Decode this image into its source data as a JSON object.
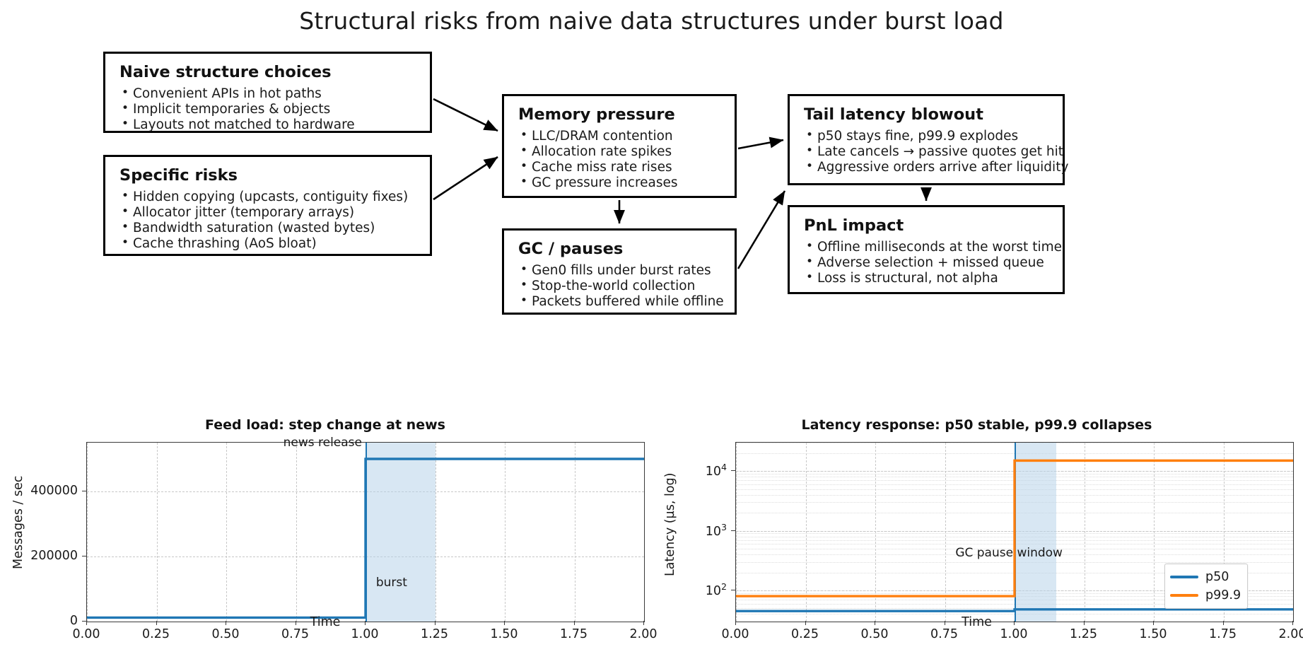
{
  "title": "Structural risks from naive data structures under burst load",
  "flow": {
    "boxes": [
      {
        "id": "naive",
        "heading": "Naive structure choices",
        "bullets": [
          "Convenient APIs in hot paths",
          "Implicit temporaries & objects",
          "Layouts not matched to hardware"
        ]
      },
      {
        "id": "specific",
        "heading": "Specific risks",
        "bullets": [
          "Hidden copying (upcasts, contiguity fixes)",
          "Allocator jitter (temporary arrays)",
          "Bandwidth saturation (wasted bytes)",
          "Cache thrashing (AoS bloat)"
        ]
      },
      {
        "id": "memory",
        "heading": "Memory pressure",
        "bullets": [
          "LLC/DRAM contention",
          "Allocation rate spikes",
          "Cache miss rate rises",
          "GC pressure increases"
        ]
      },
      {
        "id": "gc",
        "heading": "GC / pauses",
        "bullets": [
          "Gen0 fills under burst rates",
          "Stop-the-world collection",
          "Packets buffered while offline"
        ]
      },
      {
        "id": "tail",
        "heading": "Tail latency blowout",
        "bullets": [
          "p50 stays fine, p99.9 explodes",
          "Late cancels → passive quotes get hit",
          "Aggressive orders arrive after liquidity"
        ]
      },
      {
        "id": "pnl",
        "heading": "PnL impact",
        "bullets": [
          "Offline milliseconds at the worst time",
          "Adverse selection + missed queue",
          "Loss is structural, not alpha"
        ]
      }
    ]
  },
  "colors": {
    "p50": "#1f77b4",
    "p999": "#ff7f0e",
    "band": "#b8d4ea",
    "box_border": "#000000"
  },
  "chart_data": [
    {
      "type": "line",
      "id": "feed-load",
      "title": "Feed load: step change at news",
      "xlabel": "Time",
      "ylabel": "Messages / sec",
      "xlim": [
        0,
        2
      ],
      "ylim": [
        0,
        550000
      ],
      "xticks": [
        "0.00",
        "0.25",
        "0.50",
        "0.75",
        "1.00",
        "1.25",
        "1.50",
        "1.75",
        "2.00"
      ],
      "xtickvals": [
        0,
        0.25,
        0.5,
        0.75,
        1,
        1.25,
        1.5,
        1.75,
        2
      ],
      "yticks": [
        "0",
        "200000",
        "400000"
      ],
      "ytickvals": [
        0,
        200000,
        400000
      ],
      "grid": true,
      "legend": "none",
      "series": [
        {
          "name": "messages",
          "color": "#1f77b4",
          "x": [
            0,
            1,
            1,
            2
          ],
          "values": [
            12000,
            12000,
            500000,
            500000
          ]
        }
      ],
      "annotations": [
        {
          "text": "news release",
          "x": 1.0,
          "y": 550000,
          "align": "right"
        },
        {
          "text": "burst",
          "x": 1.03,
          "y": 120000,
          "align": "left"
        }
      ],
      "shaded_region": {
        "label": "burst",
        "x0": 1.0,
        "x1": 1.25
      },
      "vline": {
        "x": 1.0,
        "label": "news release"
      }
    },
    {
      "type": "line",
      "id": "latency-response",
      "title": "Latency response: p50 stable, p99.9 collapses",
      "xlabel": "Time",
      "ylabel": "Latency (µs, log)",
      "xlim": [
        0,
        2
      ],
      "ylim": [
        30,
        30000
      ],
      "yscale": "log",
      "xticks": [
        "0.00",
        "0.25",
        "0.50",
        "0.75",
        "1.00",
        "1.25",
        "1.50",
        "1.75",
        "2.00"
      ],
      "xtickvals": [
        0,
        0.25,
        0.5,
        0.75,
        1,
        1.25,
        1.5,
        1.75,
        2
      ],
      "yticks": [
        "10²",
        "10³",
        "10⁴"
      ],
      "ytickvals": [
        100,
        1000,
        10000
      ],
      "grid": true,
      "legend": "lower right",
      "series": [
        {
          "name": "p50",
          "color": "#1f77b4",
          "x": [
            0,
            1,
            1,
            2
          ],
          "values": [
            45,
            45,
            48,
            48
          ]
        },
        {
          "name": "p99.9",
          "color": "#ff7f0e",
          "x": [
            0,
            1,
            1,
            2
          ],
          "values": [
            80,
            80,
            15000,
            15000
          ]
        }
      ],
      "annotations": [
        {
          "text": "GC pause window",
          "x": 0.78,
          "y": 420,
          "align": "left"
        }
      ],
      "shaded_region": {
        "label": "GC pause window",
        "x0": 1.0,
        "x1": 1.15
      },
      "vline": {
        "x": 1.0
      }
    }
  ]
}
